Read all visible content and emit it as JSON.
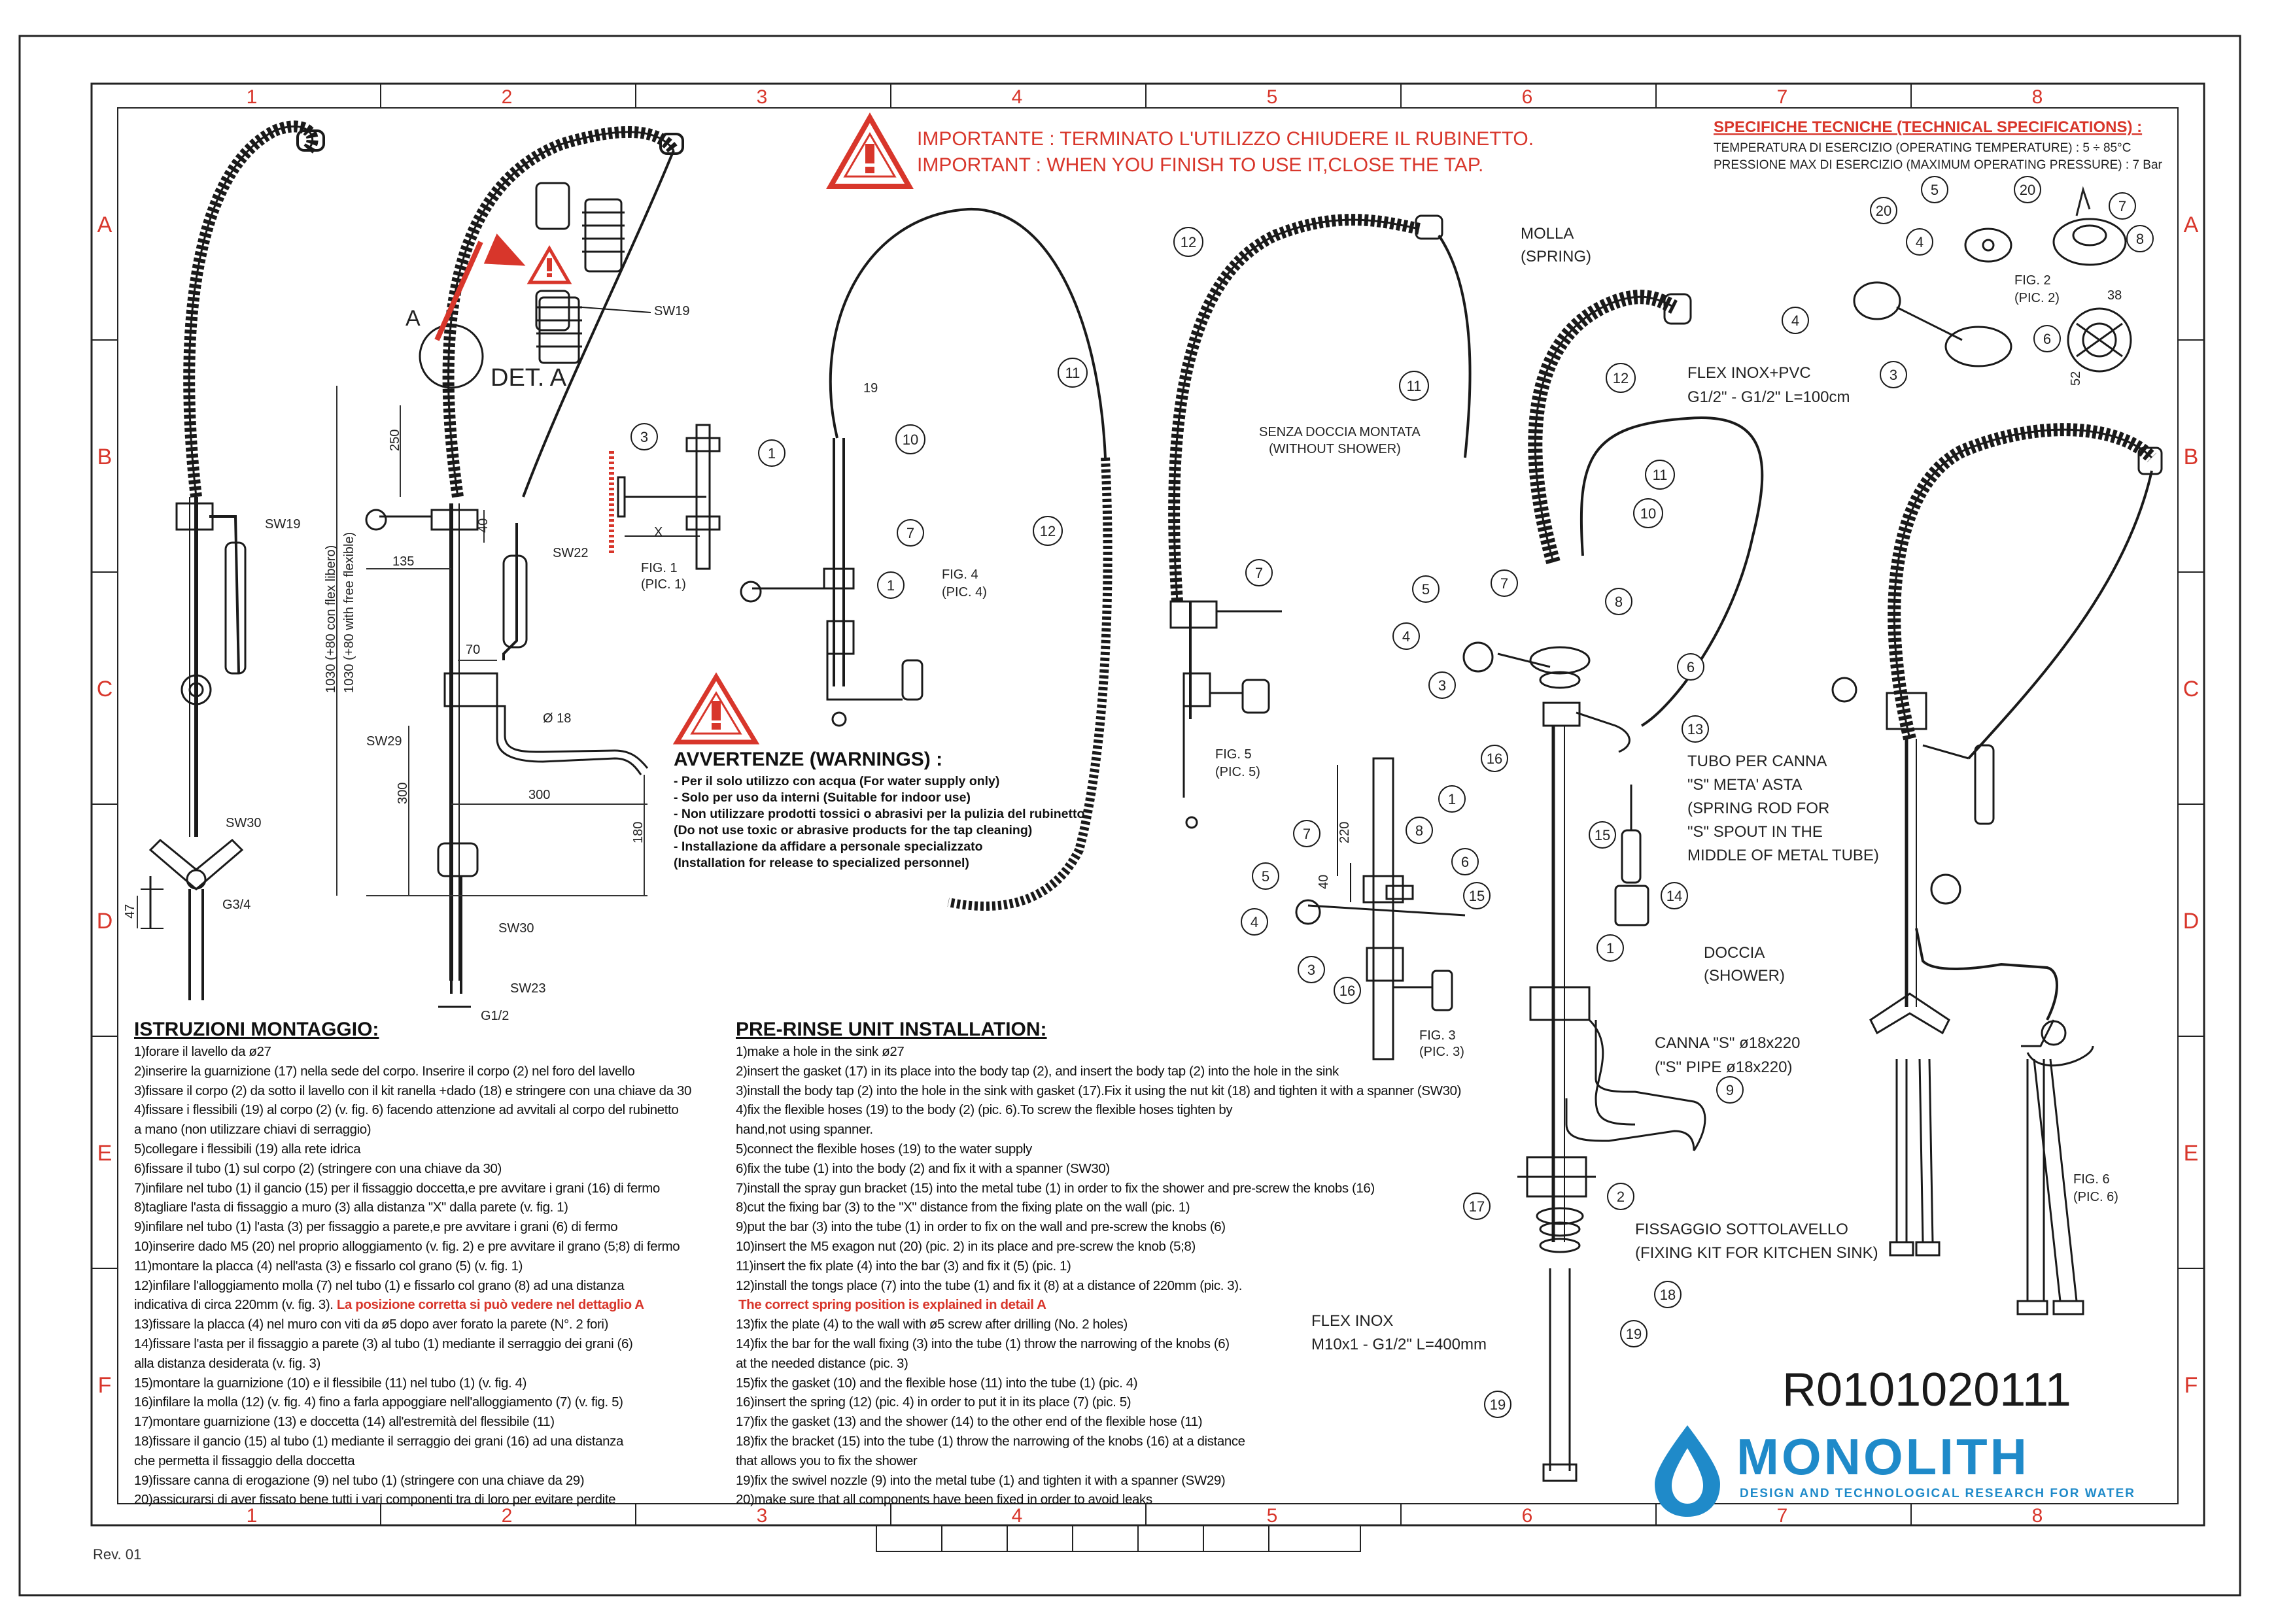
{
  "frame": {
    "columns": [
      "1",
      "2",
      "3",
      "4",
      "5",
      "6",
      "7",
      "8"
    ],
    "rows": [
      "A",
      "B",
      "C",
      "D",
      "E",
      "F"
    ],
    "revision": "Rev. 01"
  },
  "colors": {
    "accent_red": "#d8362b",
    "brand_blue": "#1f8ac9",
    "line": "#1a1a1a"
  },
  "important": {
    "line_it": "IMPORTANTE : TERMINATO L'UTILIZZO CHIUDERE IL RUBINETTO.",
    "line_en": "IMPORTANT : WHEN YOU FINISH TO USE IT,CLOSE THE TAP."
  },
  "specs": {
    "title": "SPECIFICHE TECNICHE (TECHNICAL SPECIFICATIONS) :",
    "temperature": "TEMPERATURA DI ESERCIZIO (OPERATING TEMPERATURE) : 5 ÷ 85°C",
    "pressure": "PRESSIONE MAX DI ESERCIZIO (MAXIMUM OPERATING  PRESSURE) : 7 Bar"
  },
  "warnings": {
    "title": "AVVERTENZE (WARNINGS) :",
    "items": [
      "- Per il solo utilizzo con acqua (For water supply only)",
      "- Solo per uso da interni (Suitable for indoor use)",
      "- Non utilizzare prodotti tossici o abrasivi per la pulizia del rubinetto",
      "  (Do not use toxic or abrasive products for the tap cleaning)",
      "- Installazione da affidare a personale specializzato",
      "  (Installation for release to specialized personnel)"
    ]
  },
  "dimensions": {
    "height_flex": "1030 (+80 con flex libero)",
    "height_flex_en": "1030 (+80 with free flexible)",
    "d250": "250",
    "d135": "135",
    "d40": "40",
    "d70": "70",
    "d300a": "300",
    "d300b": "300",
    "d180": "180",
    "d18": "Ø 18",
    "d47": "47",
    "g34": "G3/4",
    "g12": "G1/2",
    "d19": "19",
    "d220": "220",
    "d40b": "40",
    "x": "X",
    "d38": "38",
    "d52": "52"
  },
  "labels": {
    "sw19": "SW19",
    "sw19b": "SW19",
    "sw22": "SW22",
    "sw29": "SW29",
    "sw30a": "SW30",
    "sw30b": "SW30",
    "sw23": "SW23",
    "det_a": "DET. A",
    "a": "A",
    "fig1": "FIG. 1",
    "pic1": "(PIC. 1)",
    "fig2": "FIG. 2",
    "pic2": "(PIC. 2)",
    "fig3": "FIG. 3",
    "pic3": "(PIC. 3)",
    "fig4": "FIG. 4",
    "pic4": "(PIC. 4)",
    "fig5": "FIG. 5",
    "pic5": "(PIC. 5)",
    "fig6": "FIG. 6",
    "pic6": "(PIC. 6)",
    "no_shower_it": "SENZA DOCCIA MONTATA",
    "no_shower_en": "(WITHOUT SHOWER)",
    "molla": "MOLLA",
    "spring": "(SPRING)",
    "flex_inox_pvc": "FLEX INOX+PVC",
    "flex_inox_pvc_spec": "G1/2\" - G1/2\" L=100cm",
    "tubo1": "TUBO PER CANNA",
    "tubo2": "\"S\" META' ASTA",
    "tubo3": "(SPRING ROD FOR",
    "tubo4": "\"S\" SPOUT IN THE",
    "tubo5": "MIDDLE OF METAL TUBE)",
    "doccia": "DOCCIA",
    "shower": "(SHOWER)",
    "canna1": "CANNA \"S\"  ø18x220",
    "canna2": "(\"S\" PIPE  ø18x220)",
    "fiss1": "FISSAGGIO SOTTOLAVELLO",
    "fiss2": "(FIXING KIT FOR KITCHEN SINK)",
    "flexinox1": "FLEX INOX",
    "flexinox2": "M10x1 - G1/2\" L=400mm"
  },
  "callouts": [
    "1",
    "2",
    "3",
    "4",
    "5",
    "6",
    "7",
    "8",
    "9",
    "10",
    "11",
    "12",
    "13",
    "14",
    "15",
    "16",
    "17",
    "18",
    "19",
    "20"
  ],
  "instructions_it": {
    "title": "ISTRUZIONI MONTAGGIO:",
    "lines": [
      "1)forare il lavello da ø27",
      "2)inserire la guarnizione (17) nella sede del corpo. Inserire il corpo (2) nel foro del lavello",
      "3)fissare il corpo (2) da sotto il lavello con il kit ranella +dado (18) e stringere con una chiave da 30",
      "4)fissare i flessibili (19) al corpo (2) (v. fig. 6) facendo attenzione ad avvitali al corpo del rubinetto",
      "  a mano (non utilizzare chiavi di serraggio)",
      "5)collegare i flessibili (19) alla rete idrica",
      "6)fissare il tubo (1) sul corpo (2) (stringere con una chiave da 30)",
      "7)infilare nel tubo (1) il gancio (15) per il fissaggio doccetta,e pre avvitare i grani (16) di fermo",
      "8)tagliare l'asta di fissaggio a muro (3) alla distanza \"X\" dalla parete (v. fig. 1)",
      "9)infilare nel tubo (1) l'asta (3) per fissaggio a parete,e pre avvitare i grani (6) di fermo",
      "10)inserire dado M5 (20) nel proprio alloggiamento (v. fig. 2) e pre avvitare il grano (5;8) di fermo",
      "11)montare la placca (4) nell'asta (3) e fissarlo col grano (5) (v. fig. 1)",
      "12)infilare l'alloggiamento molla (7) nel tubo (1) e fissarlo col grano (8) ad una distanza",
      "  indicativa di circa 220mm (v. fig. 3).",
      "13)fissare la placca (4) nel muro con viti da ø5 dopo aver forato la parete (N°. 2 fori)",
      "14)fissare l'asta per il fissaggio a parete (3) al tubo (1) mediante il serraggio dei grani (6)",
      "  alla distanza desiderata (v. fig. 3)",
      "15)montare la guarnizione (10) e il flessibile (11) nel tubo (1) (v. fig. 4)",
      "16)infilare la molla (12) (v. fig. 4) fino a farla appoggiare nell'alloggiamento (7) (v. fig. 5)",
      "17)montare guarnizione (13) e doccetta (14) all'estremità del flessibile (11)",
      "18)fissare il gancio (15) al tubo (1) mediante il serraggio dei grani (16) ad una distanza",
      "  che permetta il fissaggio della doccetta",
      "19)fissare canna di erogazione (9) nel tubo (1) (stringere con una chiave da 29)",
      "20)assicurarsi di aver fissato bene tutti i vari componenti tra di loro per evitare perdite"
    ],
    "red_note": "La posizione corretta si può vedere nel dettaglio A"
  },
  "instructions_en": {
    "title": "PRE-RINSE UNIT INSTALLATION:",
    "lines": [
      "1)make a hole in the sink ø27",
      "2)insert the gasket (17) in its place  into the body tap (2), and insert the body tap (2) into the hole in the sink",
      "3)install the body tap (2) into the hole in the sink with gasket (17).Fix it using the nut kit (18) and tighten it with a spanner (SW30)",
      "4)fix the flexible hoses (19) to the body (2) (pic. 6).To screw the flexible hoses tighten by",
      "  hand,not using spanner.",
      "5)connect the flexible hoses (19) to the water supply",
      "6)fix the tube (1) into the body (2) and fix it with a spanner (SW30)",
      "7)install the spray gun bracket (15) into the metal tube (1) in order to fix the shower and pre-screw the knobs (16)",
      "8)cut the fixing bar (3) to the \"X\" distance from the fixing plate on the wall (pic. 1)",
      "9)put the bar (3) into the tube (1) in order to fix on the wall and pre-screw the knobs (6)",
      "10)insert the M5 exagon nut (20) (pic. 2) in its place and pre-screw the knob (5;8)",
      "11)insert the fix plate (4) into the bar (3) and fix it (5) (pic. 1)",
      "12)install the tongs place (7) into the tube (1) and fix it (8) at a distance of 220mm (pic. 3).",
      "13)fix the plate (4) to the wall with ø5 screw after drilling (No. 2 holes)",
      "14)fix the bar for the wall fixing (3) into the tube (1) throw the narrowing of the knobs (6)",
      "  at the needed distance (pic. 3)",
      "15)fix the gasket (10) and the flexible hose (11) into the tube (1) (pic. 4)",
      "16)insert the spring (12) (pic. 4) in order to put it in its place (7) (pic. 5)",
      "17)fix the gasket (13) and the shower (14) to the other end of the flexible hose (11)",
      "18)fix the bracket (15) into the tube (1) throw the narrowing of the knobs (16) at a distance",
      "  that allows you to fix the shower",
      "19)fix the swivel nozzle (9) into the metal tube (1) and tighten it with a spanner (SW29)",
      "20)make sure that all components have been fixed in order to avoid leaks"
    ],
    "red_note": "The correct spring position is explained in detail A"
  },
  "product": {
    "code": "R0101020111",
    "brand": "MONOLITH",
    "tagline": "DESIGN AND TECHNOLOGICAL RESEARCH FOR WATER"
  }
}
